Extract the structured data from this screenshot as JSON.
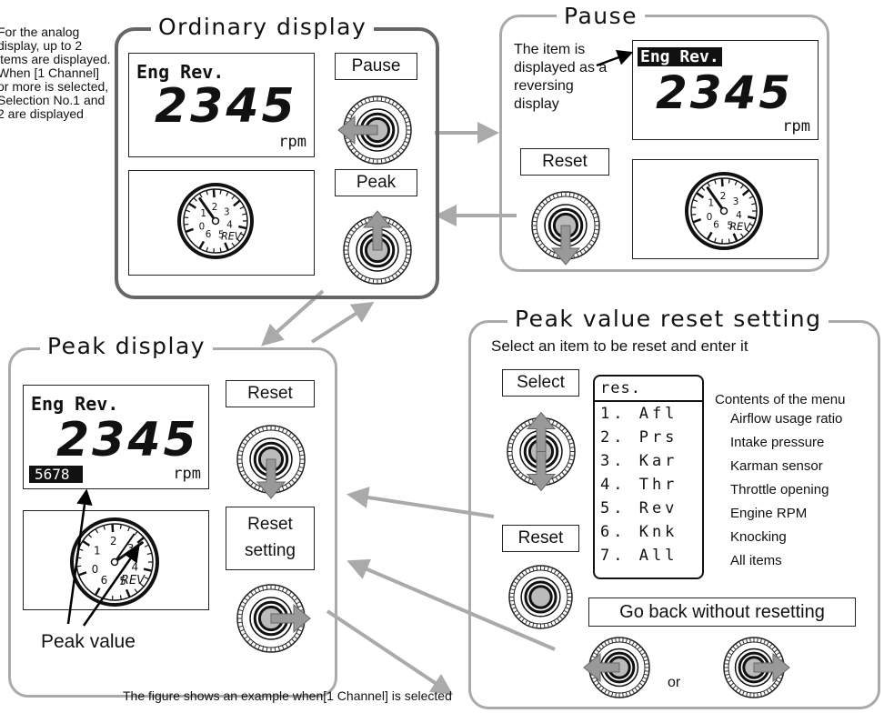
{
  "left_note": "For the analog display, up to 2 items are displayed. When [1 Channel] or more is selected, Selection No.1 and 2 are displayed",
  "ordinary": {
    "title": "Ordinary display",
    "label": "Eng Rev.",
    "value": "2345",
    "unit": "rpm",
    "pause_button": "Pause",
    "peak_button": "Peak"
  },
  "pause": {
    "title": "Pause",
    "note": "The item is displayed as a reversing display",
    "label": "Eng Rev.",
    "value": "2345",
    "unit": "rpm",
    "reset_button": "Reset"
  },
  "peak": {
    "title": "Peak display",
    "label": "Eng Rev.",
    "value": "2345",
    "peak_value": "5678",
    "unit": "rpm",
    "reset_button": "Reset",
    "reset_setting_line1": "Reset",
    "reset_setting_line2": "setting",
    "peak_value_label": "Peak value"
  },
  "reset_setting": {
    "title": "Peak value reset setting",
    "subtitle": "Select an item to be reset and enter it",
    "select_button": "Select",
    "reset_button": "Reset",
    "menu_header": "res.",
    "menu_items": [
      "1. Afl",
      "2. Prs",
      "3. Kar",
      "4. Thr",
      "5. Rev",
      "6. Knk",
      "7. All"
    ],
    "contents_title": "Contents of the menu",
    "contents": [
      "Airflow usage ratio",
      "Intake pressure",
      "Karman sensor",
      "Throttle opening",
      "Engine RPM",
      "Knocking",
      "All items"
    ],
    "go_back": "Go back without resetting",
    "or": "or"
  },
  "gauge": {
    "ticks": [
      "0",
      "1",
      "2",
      "3",
      "4",
      "5",
      "6"
    ],
    "label": "REV"
  },
  "footer": "The figure shows an example when[1 Channel] is selected"
}
